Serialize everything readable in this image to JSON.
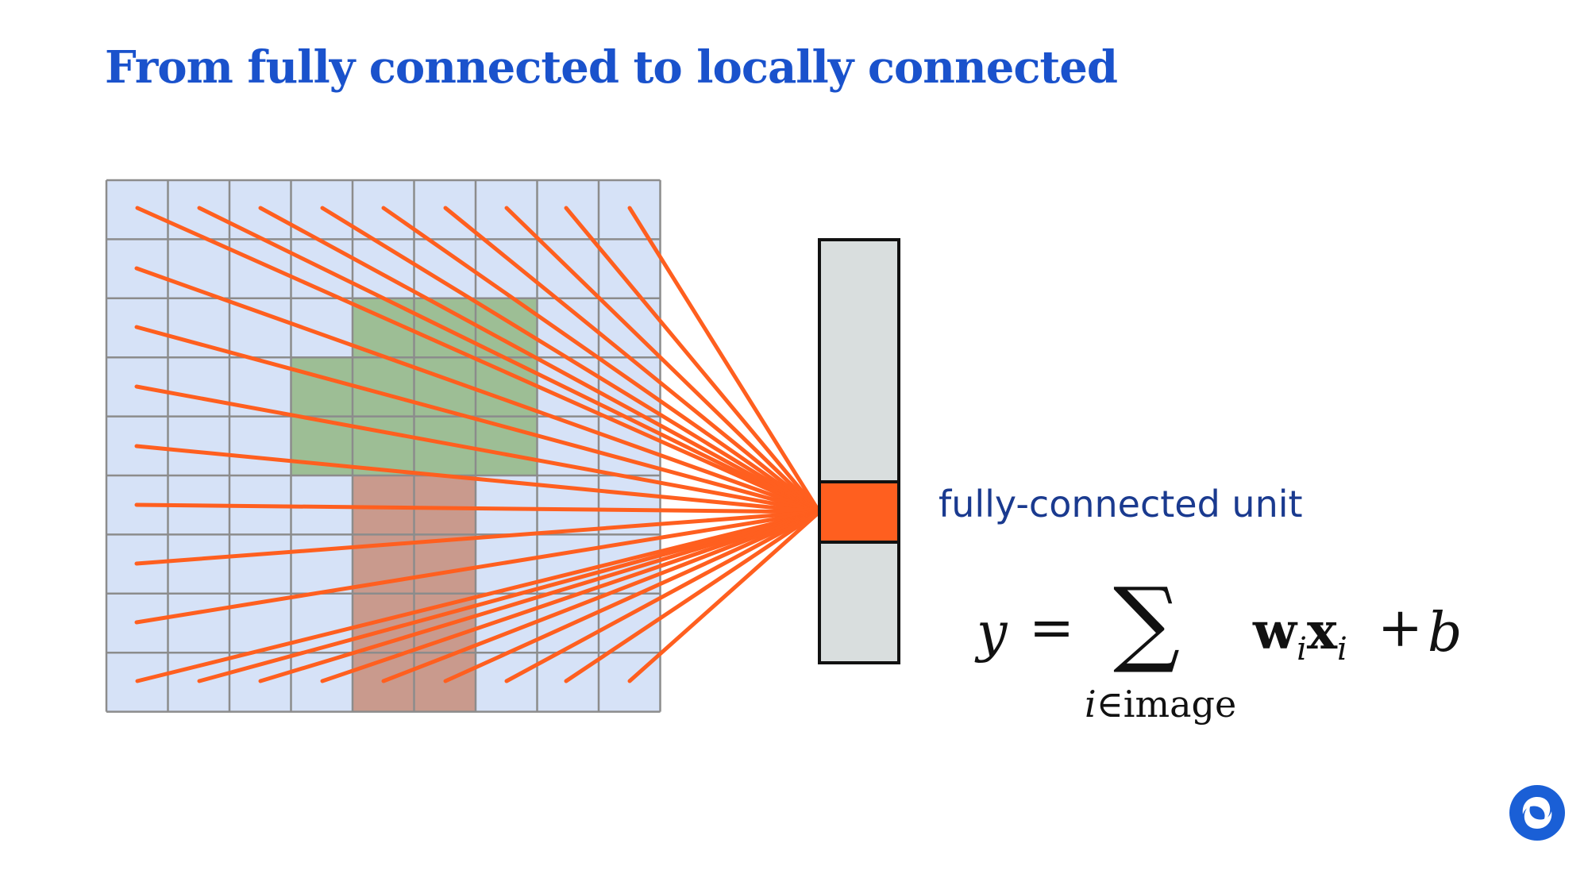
{
  "slide": {
    "title": "From fully connected to locally connected"
  },
  "labels": {
    "unit": "fully-connected unit"
  },
  "formula": {
    "lhs": "y",
    "equals": "=",
    "sum_symbol": "∑",
    "sum_index": "i",
    "sum_set": "∈image",
    "w": "w",
    "w_sub": "i",
    "x": "x",
    "x_sub": "i",
    "plus": "+",
    "bias": "b"
  },
  "colors": {
    "title": "#1a52cc",
    "grid_cell": "#d6e2f7",
    "grid_line": "#8c8c8c",
    "green_patch": "#9dbe95",
    "red_patch": "#c99a8d",
    "connection_line": "#ff5f1f",
    "unit_column": "#d9dede",
    "active_unit": "#ff5f1f",
    "unit_label": "#1a3a8f",
    "logo": "#1a5fd6"
  },
  "icons": {
    "logo": "deepmind-logo-icon"
  }
}
